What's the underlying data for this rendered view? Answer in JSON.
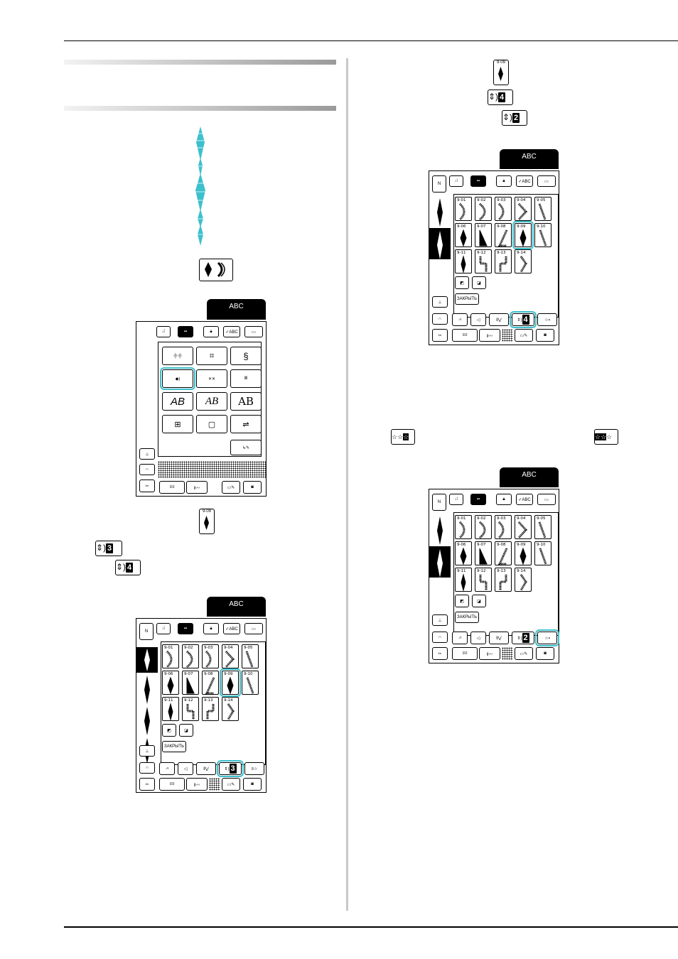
{
  "header_rule": true,
  "colors": {
    "highlight": "#3cc0cc",
    "divider": "#c8c8c8",
    "bar_start": "#f2f2f2",
    "bar_end": "#9a9a9a",
    "stitch": "#3cc0cc"
  },
  "tab_label": "ABC",
  "close_label": "ЗАКРЫТЬ",
  "check_label": "✓ABC",
  "selector_numbers": {
    "step1": "3",
    "step2": "4",
    "step3": "4",
    "step4": "2"
  },
  "stitch_labels": [
    "9-01",
    "9-02",
    "9-03",
    "9-04",
    "9-05",
    "9-06",
    "9-07",
    "9-08",
    "9-09",
    "9-10",
    "9-11",
    "9-12",
    "9-13",
    "9-14"
  ],
  "icon_label_909": "9-09",
  "panel_b_cells": [
    "9-01",
    "9-02",
    "9-03",
    "9-04",
    "9-05",
    "9-06",
    "9-07",
    "9-08",
    "9-09",
    "9-10",
    "9-11",
    "9-12",
    "9-13",
    "9-14"
  ],
  "icons": [
    "satin-stitch-icon",
    "mirror-icon",
    "needle-icon",
    "lock-icon",
    "scissors-icon",
    "usb-icon",
    "pocket-icon",
    "pattern-icon"
  ]
}
